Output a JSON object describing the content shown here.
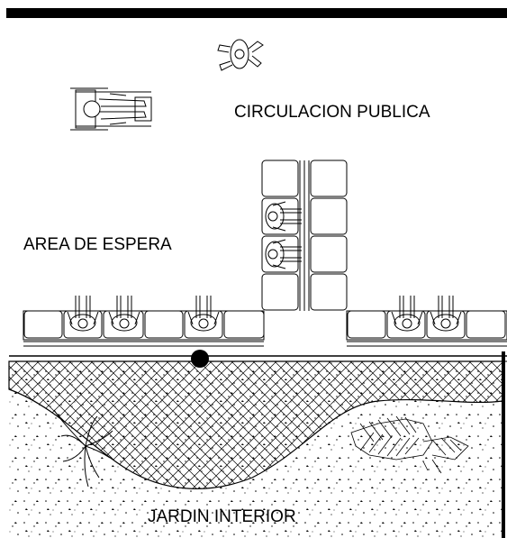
{
  "plan": {
    "labels": {
      "circulation": "CIRCULACION PUBLICA",
      "waiting": "AREA DE ESPERA",
      "garden": "JARDIN INTERIOR"
    }
  }
}
